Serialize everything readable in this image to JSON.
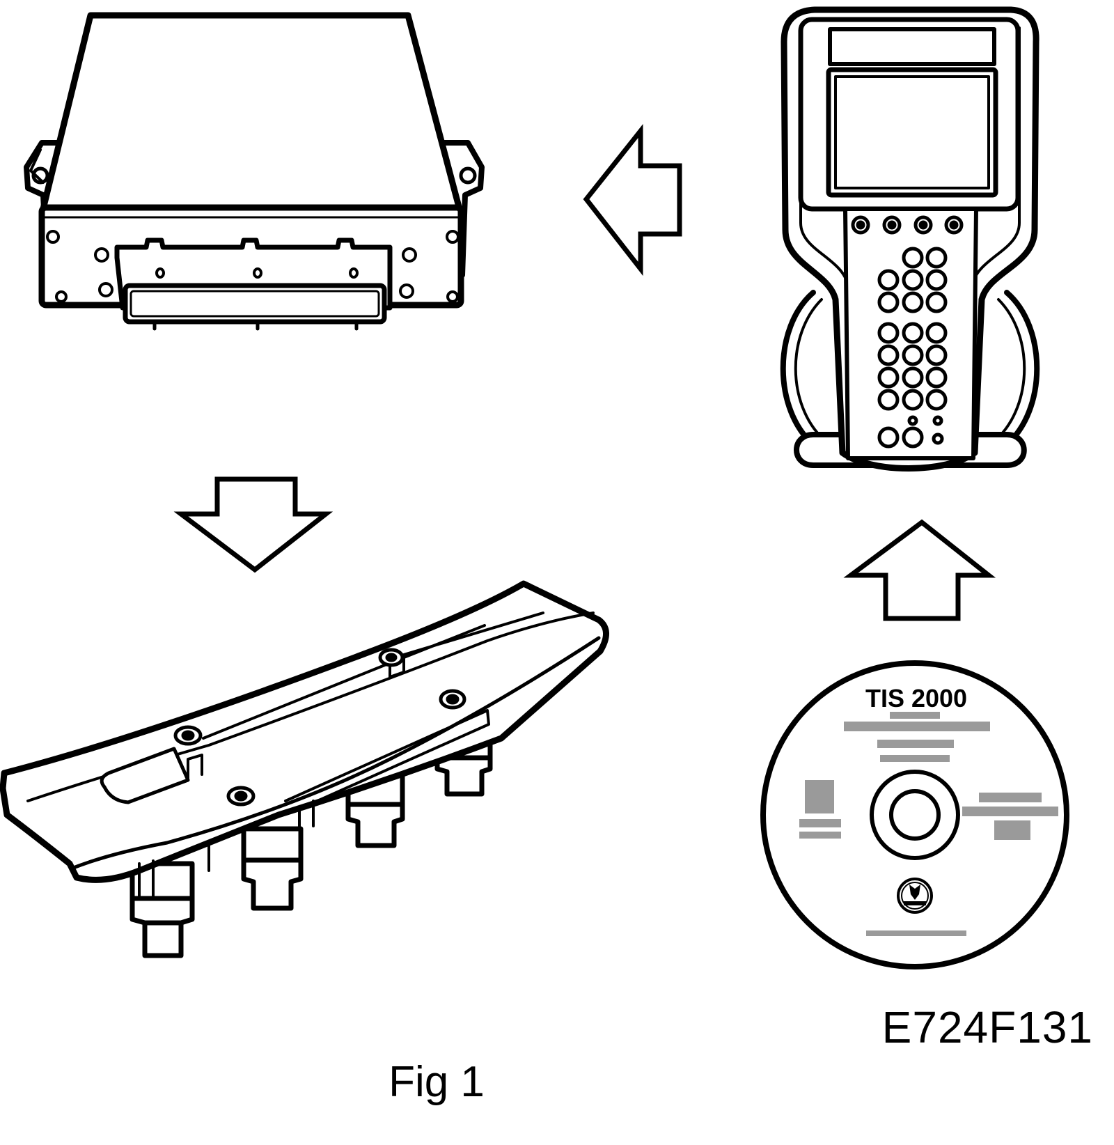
{
  "figure": {
    "cd_title": "TIS 2000",
    "code": "E724F131",
    "caption": "Fig 1"
  },
  "icons": [
    "ecu-module-icon",
    "diagnostic-tool-icon",
    "ignition-cassette-icon",
    "cd-disc-icon",
    "saab-logo-icon",
    "arrow-left-icon",
    "arrow-down-icon",
    "arrow-up-icon"
  ],
  "colors": {
    "line": "#000000",
    "background": "#ffffff",
    "blurred_text": "#9a9a9a"
  }
}
